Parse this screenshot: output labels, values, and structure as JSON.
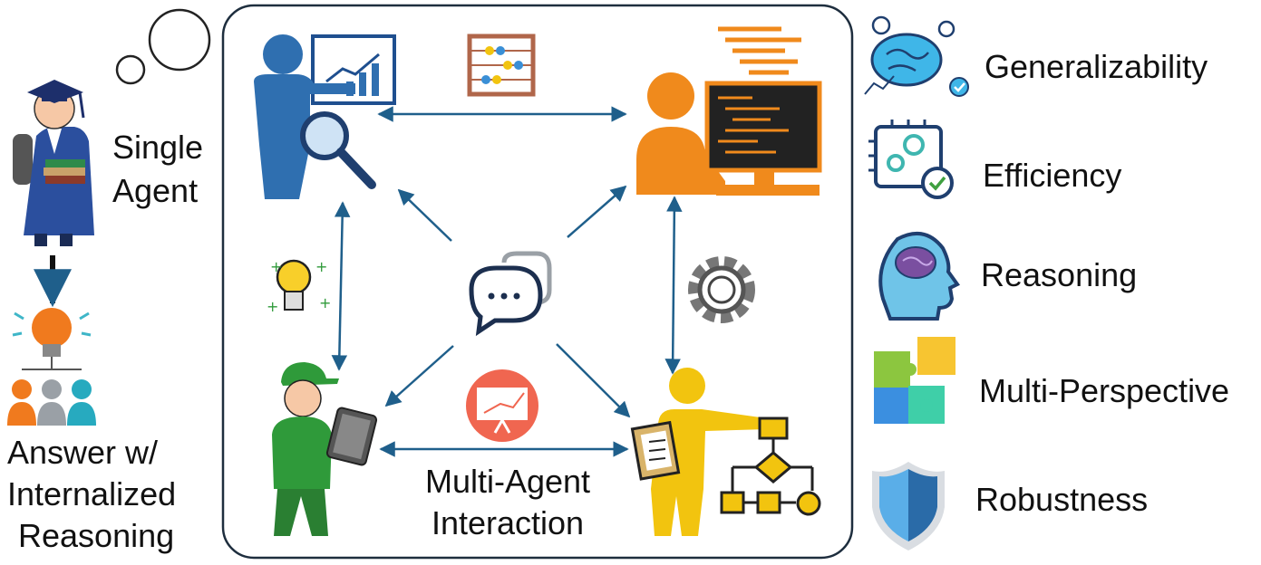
{
  "left": {
    "single_line1": "Single",
    "single_line2": "Agent",
    "answer_line1": "Answer w/",
    "answer_line2": "Internalized",
    "answer_line3": "Reasoning"
  },
  "center": {
    "interaction_line1": "Multi-Agent",
    "interaction_line2": "Interaction"
  },
  "properties": [
    {
      "label": "Generalizability",
      "icon": "brain-network-icon"
    },
    {
      "label": "Efficiency",
      "icon": "chip-gear-icon"
    },
    {
      "label": "Reasoning",
      "icon": "head-brain-icon"
    },
    {
      "label": "Multi-Perspective",
      "icon": "puzzle-pieces-icon"
    },
    {
      "label": "Robustness",
      "icon": "shield-icon"
    }
  ],
  "colors": {
    "arrow": "#1f5f8b",
    "analyst": "#2f6fb0",
    "coder": "#f08a1c",
    "worker": "#2f9a3a",
    "planner": "#f2c40f",
    "frame": "#1e2e3e"
  }
}
